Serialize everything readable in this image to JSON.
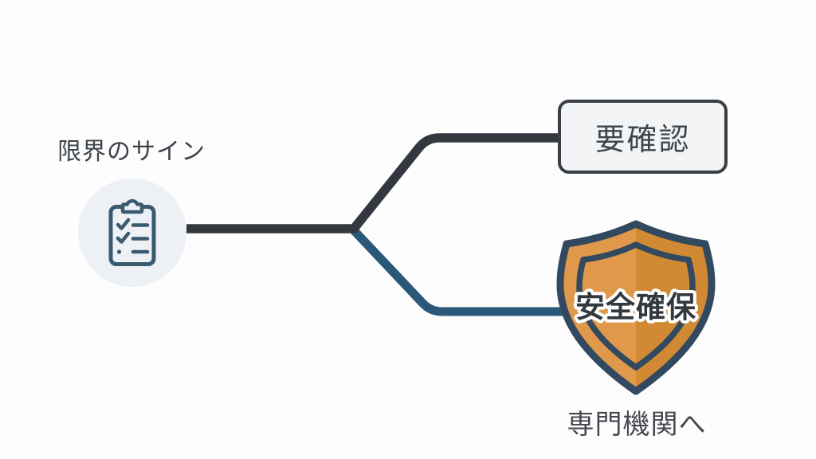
{
  "diagram": {
    "title": "限界のサイン",
    "background_color": "#fdfdfd"
  },
  "nodes": {
    "source": {
      "icon": "clipboard-checklist-icon",
      "circle_color": "#edf1f5",
      "icon_color": "#3b5a70"
    },
    "check_required": {
      "label": "要確認",
      "fill": "#f3f4f6",
      "border_color": "#393f45",
      "text_color": "#3f464d"
    },
    "safety": {
      "label": "安全確保",
      "caption": "専門機関へ",
      "icon": "shield-icon",
      "shield_left_color": "#e0994a",
      "shield_right_color": "#d18a33",
      "shield_border_color": "#32495f",
      "label_color": "#33383e",
      "label_outline_color": "#ffffff",
      "caption_color": "#45494f"
    }
  },
  "connectors": {
    "top": {
      "from": "source",
      "to": "check_required",
      "color": "#33383e"
    },
    "bottom": {
      "from": "source",
      "to": "safety",
      "color": "#2b5878"
    }
  }
}
